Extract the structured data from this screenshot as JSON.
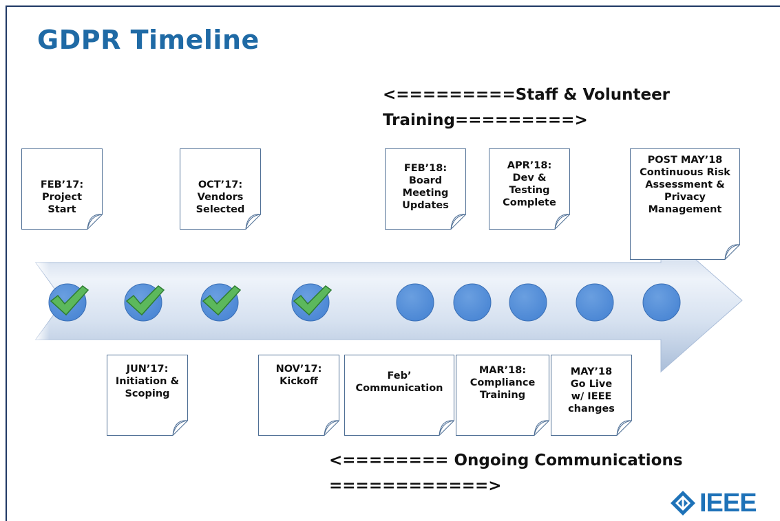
{
  "slide": {
    "title": "GDPR Timeline",
    "top_banner_line1": "<=========Staff & Volunteer",
    "top_banner_line2": "Training=========>",
    "bottom_banner_line1": "<======== Ongoing Communications",
    "bottom_banner_line2": "============>",
    "logo_text": "IEEE"
  },
  "notes_above": [
    {
      "text": "FEB’17:\nProject\nStart"
    },
    {
      "text": "OCT’17:\nVendors\nSelected"
    },
    {
      "text": "FEB’18:\nBoard\nMeeting\nUpdates"
    },
    {
      "text": "APR’18:\nDev &\nTesting\nComplete"
    },
    {
      "text": "POST MAY’18\nContinuous Risk\nAssessment &\nPrivacy\nManagement"
    }
  ],
  "notes_below": [
    {
      "text": "JUN’17:\nInitiation &\nScoping"
    },
    {
      "text": "NOV’17:\nKickoff"
    },
    {
      "text": "Feb’\nCommunication"
    },
    {
      "text": "MAR’18:\nCompliance\nTraining"
    },
    {
      "text": "MAY’18\nGo Live\nw/ IEEE\nchanges"
    }
  ],
  "milestones": [
    {
      "status": "complete"
    },
    {
      "status": "complete"
    },
    {
      "status": "complete"
    },
    {
      "status": "complete"
    },
    {
      "status": "pending"
    },
    {
      "status": "pending"
    },
    {
      "status": "pending"
    },
    {
      "status": "pending"
    },
    {
      "status": "pending"
    }
  ],
  "colors": {
    "title": "#1f6aa5",
    "milestone_fill": "#4a86d4",
    "check_fill": "#5cb85c",
    "arrow": "#c9d7ea",
    "logo": "#1e72b8"
  }
}
